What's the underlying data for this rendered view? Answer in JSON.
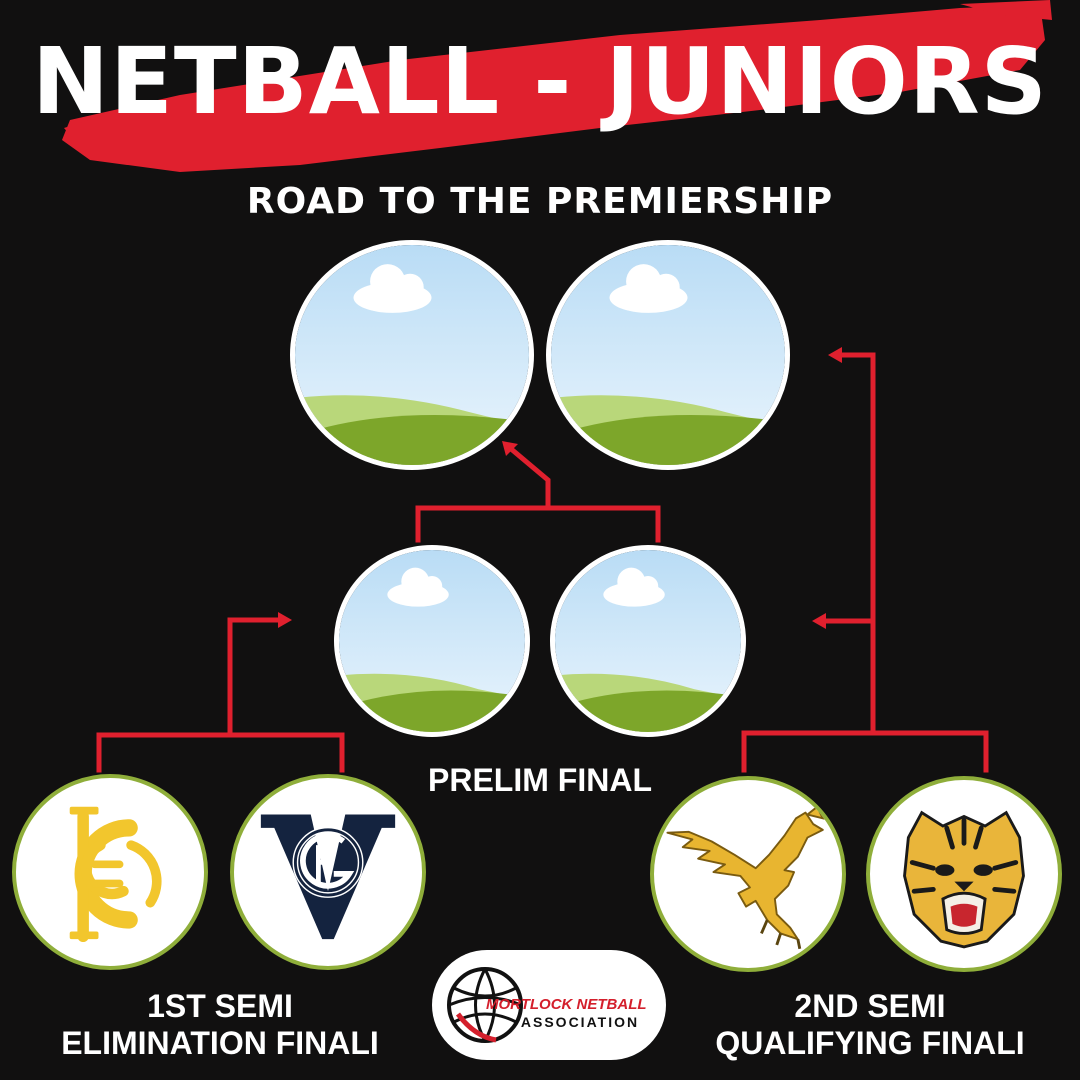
{
  "header": {
    "title": "NETBALL - JUNIORS",
    "subtitle": "ROAD TO THE PREMIERSHIP"
  },
  "labels": {
    "prelim": "PRELIM FINAL",
    "semi1_line1": "1ST SEMI",
    "semi1_line2": "ELIMINATION FINALI",
    "semi2_line1": "2ND SEMI",
    "semi2_line2": "QUALIFYING FINALI"
  },
  "badge": {
    "line1": "MORTLOCK NETBALL",
    "line2": "ASSOCIATION"
  },
  "colors": {
    "background": "#111010",
    "accent_red": "#e0202e",
    "logo_gold": "#f2c62d",
    "logo_navy": "#14233f",
    "circle_ring": "#8fae3a"
  },
  "icons": {
    "placeholder": "landscape-placeholder-icon",
    "team1": "cfc-monogram-logo",
    "team2": "vgfc-logo",
    "team3": "eagle-logo",
    "team4": "tiger-logo",
    "badge": "netball-icon"
  }
}
